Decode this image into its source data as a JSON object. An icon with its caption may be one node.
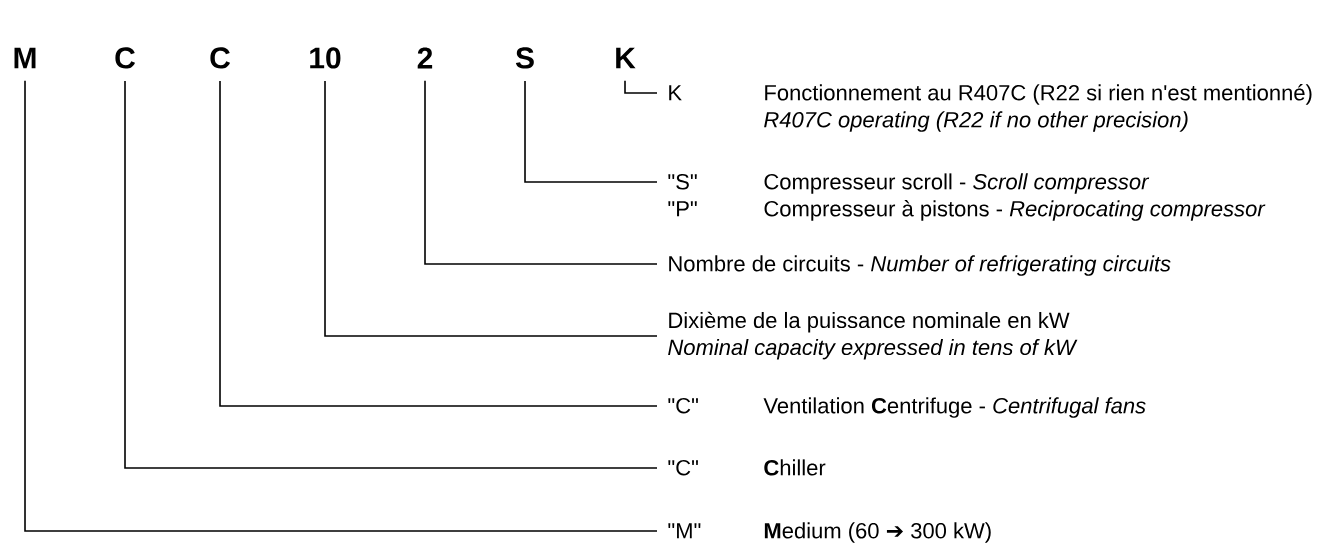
{
  "diagram": {
    "nodes": [
      {
        "text": [
          "M"
        ]
      },
      {
        "text": [
          "C"
        ]
      },
      {
        "text": [
          "C"
        ]
      },
      {
        "text": [
          "10"
        ]
      },
      {
        "text": [
          "2"
        ]
      },
      {
        "text": [
          "S"
        ]
      },
      {
        "text": [
          "K"
        ]
      },
      {
        "text": [
          "K",
          "Fonctionnement au R407C (R22 si rien n'est mentionné)",
          "R407C operating (R22 if no other precision)"
        ]
      },
      {
        "text": [
          "\"S\"",
          "Compresseur scroll - *Scroll compressor*",
          "\"P\"",
          "Compresseur à pistons - *Reciprocating compressor*"
        ]
      },
      {
        "text": [
          "Nombre de circuits - *Number of refrigerating circuits*"
        ]
      },
      {
        "text": [
          "Dixième de la puissance nominale en kW",
          "Nominal capacity expressed in tens of kW"
        ]
      },
      {
        "text": [
          "\"C\"",
          "Ventilation **C**entrifuge - *Centrifugal fans*"
        ]
      },
      {
        "text": [
          "\"C\"",
          "**C**hiller"
        ]
      },
      {
        "text": [
          "\"M\"",
          "**M**edium (60 ➔ 300 kW)"
        ]
      }
    ],
    "edges": [
      {
        "from": 6,
        "to": 7,
        "arrow": "none"
      },
      {
        "from": 5,
        "to": 8,
        "arrow": "none"
      },
      {
        "from": 4,
        "to": 9,
        "arrow": "none"
      },
      {
        "from": 3,
        "to": 10,
        "arrow": "none"
      },
      {
        "from": 2,
        "to": 11,
        "arrow": "none"
      },
      {
        "from": 1,
        "to": 12,
        "arrow": "none"
      },
      {
        "from": 0,
        "to": 13,
        "arrow": "none"
      }
    ]
  }
}
